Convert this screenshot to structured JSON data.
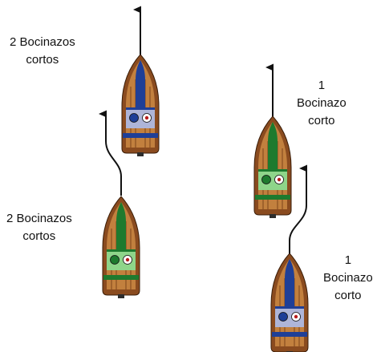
{
  "colors": {
    "hull": "#8a4b1f",
    "deck_wood": "#c2803e",
    "plank_line": "#6b3612",
    "blue_stripe": "#1f3f97",
    "green_stripe": "#1e7a2e",
    "blue_console": "#aeb5d8",
    "green_console": "#8ed58a",
    "engine": "#2d2d2d"
  },
  "left_pair": {
    "top_caption": [
      "2 Bocinazos",
      "cortos"
    ],
    "bottom_caption": [
      "2 Bocinazos",
      "cortos"
    ],
    "leading_boat_color": "blue",
    "overtaking_boat_color": "green"
  },
  "right_pair": {
    "top_caption": [
      "1",
      "Bocinazo",
      "corto"
    ],
    "bottom_caption": [
      "1",
      "Bocinazo",
      "corto"
    ],
    "leading_boat_color": "green",
    "overtaking_boat_color": "blue"
  }
}
